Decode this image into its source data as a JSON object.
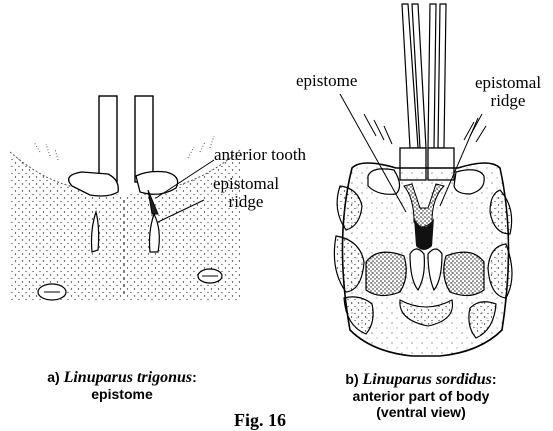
{
  "figure": {
    "number_label": "Fig. 16",
    "panel_a": {
      "letter": "a)",
      "species": "Linuparus trigonus",
      "colon": ":",
      "description": "epistome",
      "labels": {
        "anterior_tooth": "anterior tooth",
        "epistomal_ridge_line1": "epistomal",
        "epistomal_ridge_line2": "ridge"
      }
    },
    "panel_b": {
      "letter": "b)",
      "species": "Linuparus sordidus",
      "colon": ":",
      "description_line1": "anterior part of body",
      "description_line2": "(ventral view)",
      "labels": {
        "epistome": "epistome",
        "epistomal_ridge_line1": "epistomal",
        "epistomal_ridge_line2": "ridge"
      }
    }
  }
}
